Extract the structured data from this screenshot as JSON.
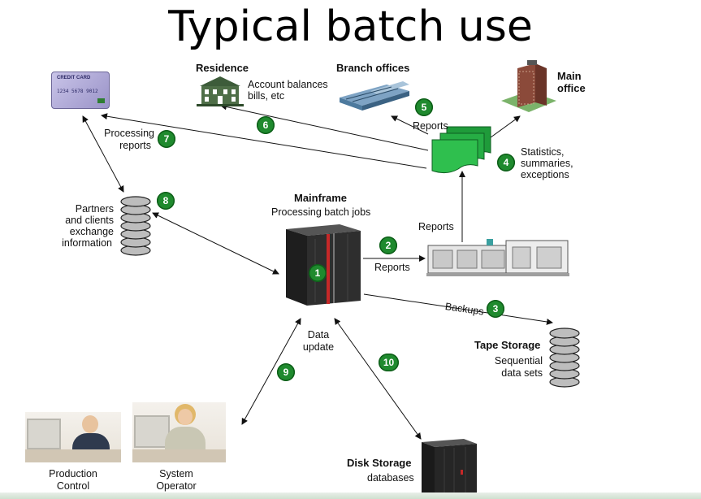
{
  "title": "Typical batch use",
  "colors": {
    "badge": "#1f8a2e",
    "building": "#4d7a9e",
    "mainframe": "#2a2a2a"
  },
  "nodes": {
    "credit_card": {
      "card_text": "CREDIT CARD",
      "number": "1234 5678 9012"
    },
    "residence": {
      "name": "Residence",
      "desc_line1": "Account balances",
      "desc_line2": "bills, etc"
    },
    "branch": {
      "name": "Branch offices"
    },
    "main_office": {
      "line1": "Main",
      "line2": "office"
    },
    "processing_reports": {
      "line1": "Processing",
      "line2": "reports"
    },
    "statistics": {
      "line1": "Statistics,",
      "line2": "summaries,",
      "line3": "exceptions"
    },
    "partners": {
      "line1": "Partners",
      "line2": "and clients",
      "line3": "exchange",
      "line4": "information"
    },
    "mainframe": {
      "name": "Mainframe",
      "desc": "Processing batch jobs"
    },
    "reports_printer": "Reports",
    "reports_arrow": "Reports",
    "reports_branch": "Reports",
    "backups": "Backups",
    "tape": {
      "name": "Tape Storage",
      "line1": "Sequential",
      "line2": "data sets"
    },
    "data_update": {
      "line1": "Data",
      "line2": "update"
    },
    "disk": {
      "name": "Disk Storage",
      "desc": "databases"
    },
    "production": {
      "line1": "Production",
      "line2": "Control"
    },
    "operator": {
      "line1": "System",
      "line2": "Operator"
    }
  },
  "badges": [
    "1",
    "2",
    "3",
    "4",
    "5",
    "6",
    "7",
    "8",
    "9",
    "10"
  ],
  "icons": [
    "credit-card-icon",
    "residence-icon",
    "branch-office-icon",
    "main-office-icon",
    "report-stack-icon",
    "printer-icon",
    "tape-stack-icon",
    "mainframe-icon",
    "disk-storage-icon",
    "production-control-photo",
    "system-operator-photo"
  ]
}
